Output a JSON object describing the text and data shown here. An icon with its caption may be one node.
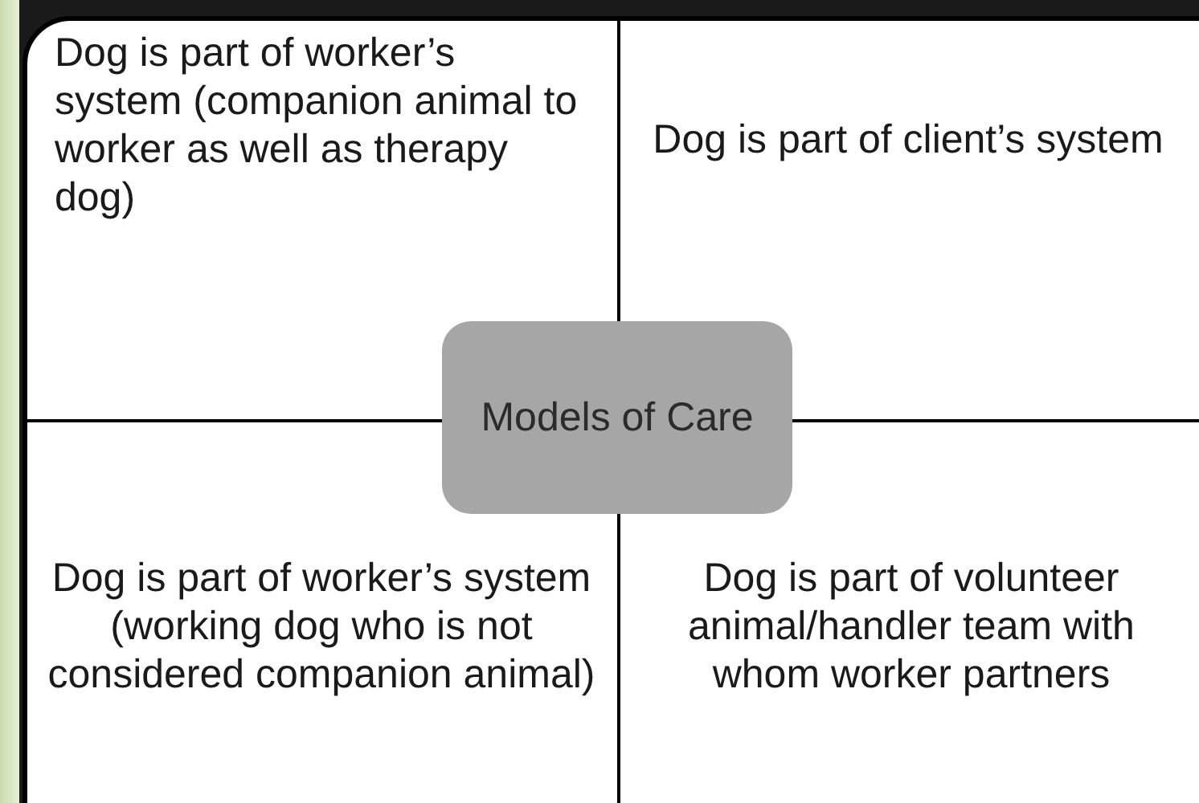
{
  "diagram": {
    "nodes": [
      {
        "text": [
          "Dog is part of worker’s system (companion animal to worker as well as therapy dog)"
        ]
      },
      {
        "text": [
          "Dog is part of client’s system"
        ]
      },
      {
        "text": [
          "Models of Care"
        ]
      },
      {
        "text": [
          "Dog is part of worker’s system (working dog who is not considered companion animal)"
        ]
      },
      {
        "text": [
          "Dog is part of volunteer animal/handler team with whom worker partners"
        ]
      }
    ]
  }
}
